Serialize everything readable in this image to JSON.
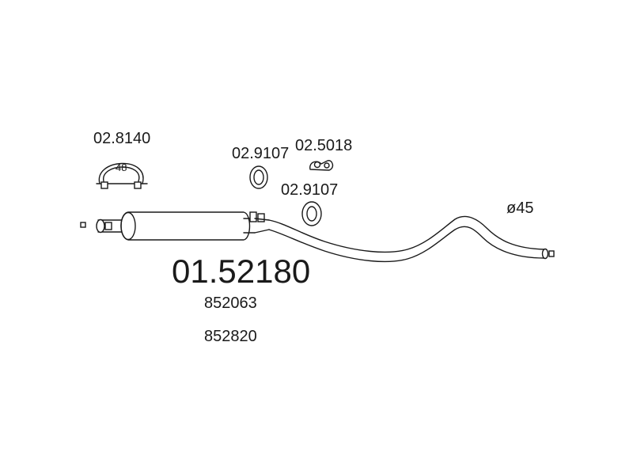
{
  "parts": {
    "main_part_number": "01.52180",
    "oe_numbers": [
      "852063",
      "852820"
    ],
    "clamp": {
      "part_number": "02.8140",
      "size": "48"
    },
    "gasket_upper": {
      "part_number": "02.9107"
    },
    "hanger": {
      "part_number": "02.5018"
    },
    "gasket_lower": {
      "part_number": "02.9107"
    },
    "pipe_diameter": "ø45"
  },
  "colors": {
    "line": "#1a1a1a",
    "background": "#ffffff"
  }
}
